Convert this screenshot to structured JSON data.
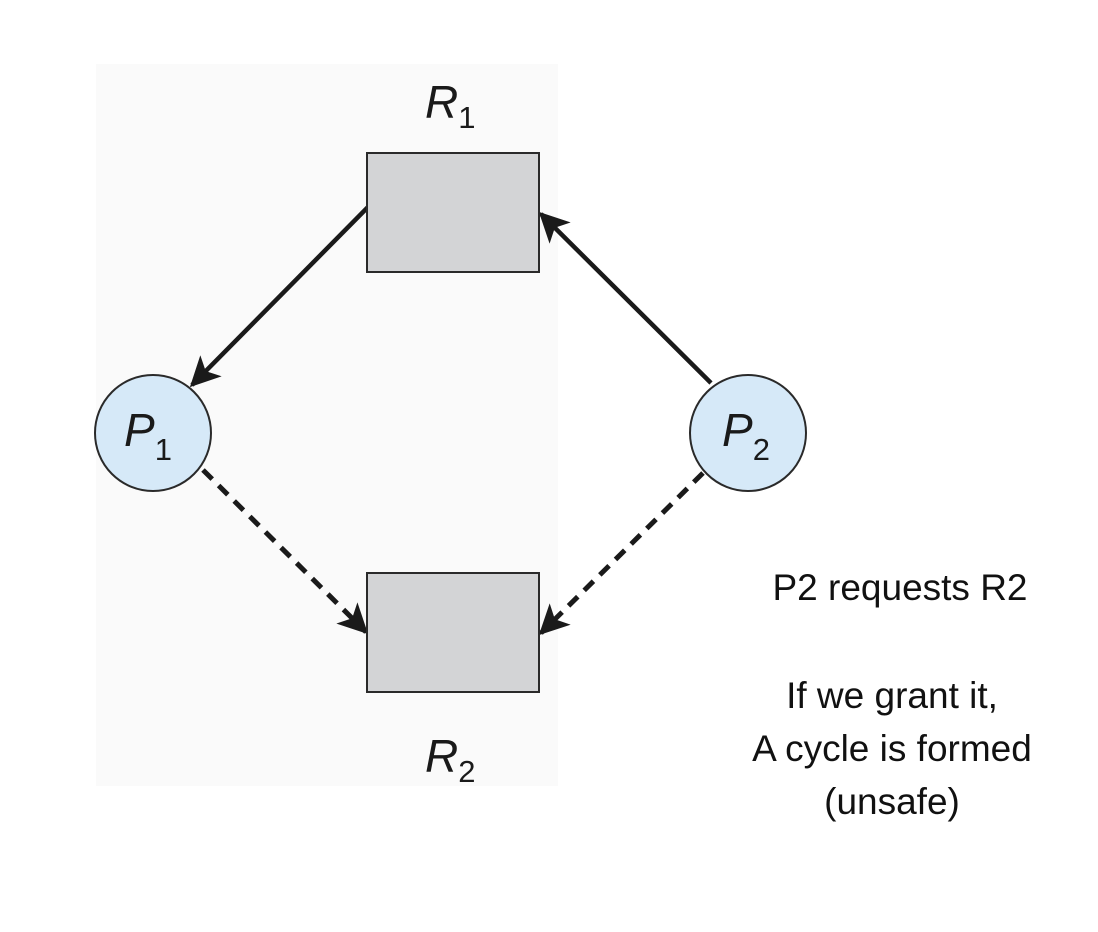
{
  "diagram": {
    "resources": [
      {
        "letter": "R",
        "sub": "1"
      },
      {
        "letter": "R",
        "sub": "2"
      }
    ],
    "processes": [
      {
        "letter": "P",
        "sub": "1"
      },
      {
        "letter": "P",
        "sub": "2"
      }
    ],
    "colors": {
      "resource_fill": "#d3d4d6",
      "process_fill": "#d6e9f8",
      "edge": "#1a1a1a",
      "panel_bg": "#fafafa"
    }
  },
  "notes": {
    "request": "P2 requests R2",
    "cycle_line1": "If we grant it,",
    "cycle_line2": "A cycle is formed",
    "cycle_line3": "(unsafe)"
  }
}
